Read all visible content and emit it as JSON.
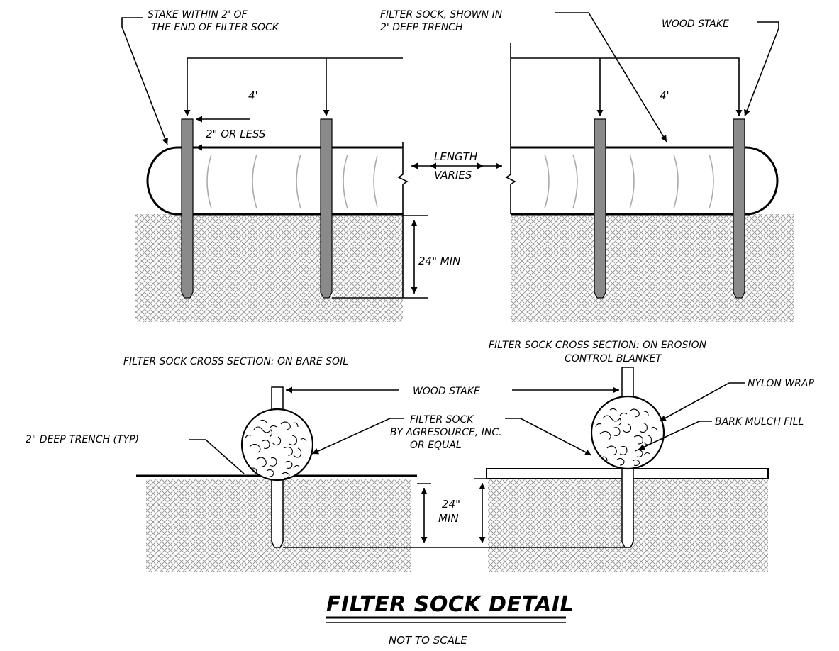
{
  "title": "FILTER SOCK DETAIL",
  "subtitle": "NOT TO SCALE",
  "elevation": {
    "stake_within_line1": "STAKE WITHIN 2' OF",
    "stake_within_line2": "THE END OF FILTER SOCK",
    "filter_sock_line1": "FILTER SOCK, SHOWN IN",
    "filter_sock_line2": "2' DEEP TRENCH",
    "wood_stake": "WOOD STAKE",
    "spacing_left": "4'",
    "spacing_right": "4'",
    "two_inch": "2\" OR LESS",
    "length_line1": "LENGTH",
    "length_line2": "VARIES",
    "depth": "24\" MIN"
  },
  "sections": {
    "bare_soil_title": "FILTER SOCK  CROSS SECTION: ON BARE SOIL",
    "blanket_title_line1": "FILTER SOCK CROSS SECTION: ON EROSION",
    "blanket_title_line2": "CONTROL BLANKET",
    "wood_stake": "WOOD STAKE",
    "nylon_wrap": "NYLON WRAP",
    "bark_mulch": "BARK MULCH FILL",
    "filter_sock_line1": "FILTER SOCK",
    "filter_sock_line2": "BY AGRESOURCE, INC.",
    "filter_sock_line3": "OR EQUAL",
    "trench": "2\" DEEP TRENCH (TYP)",
    "depth_line1": "24\"",
    "depth_line2": "MIN"
  }
}
